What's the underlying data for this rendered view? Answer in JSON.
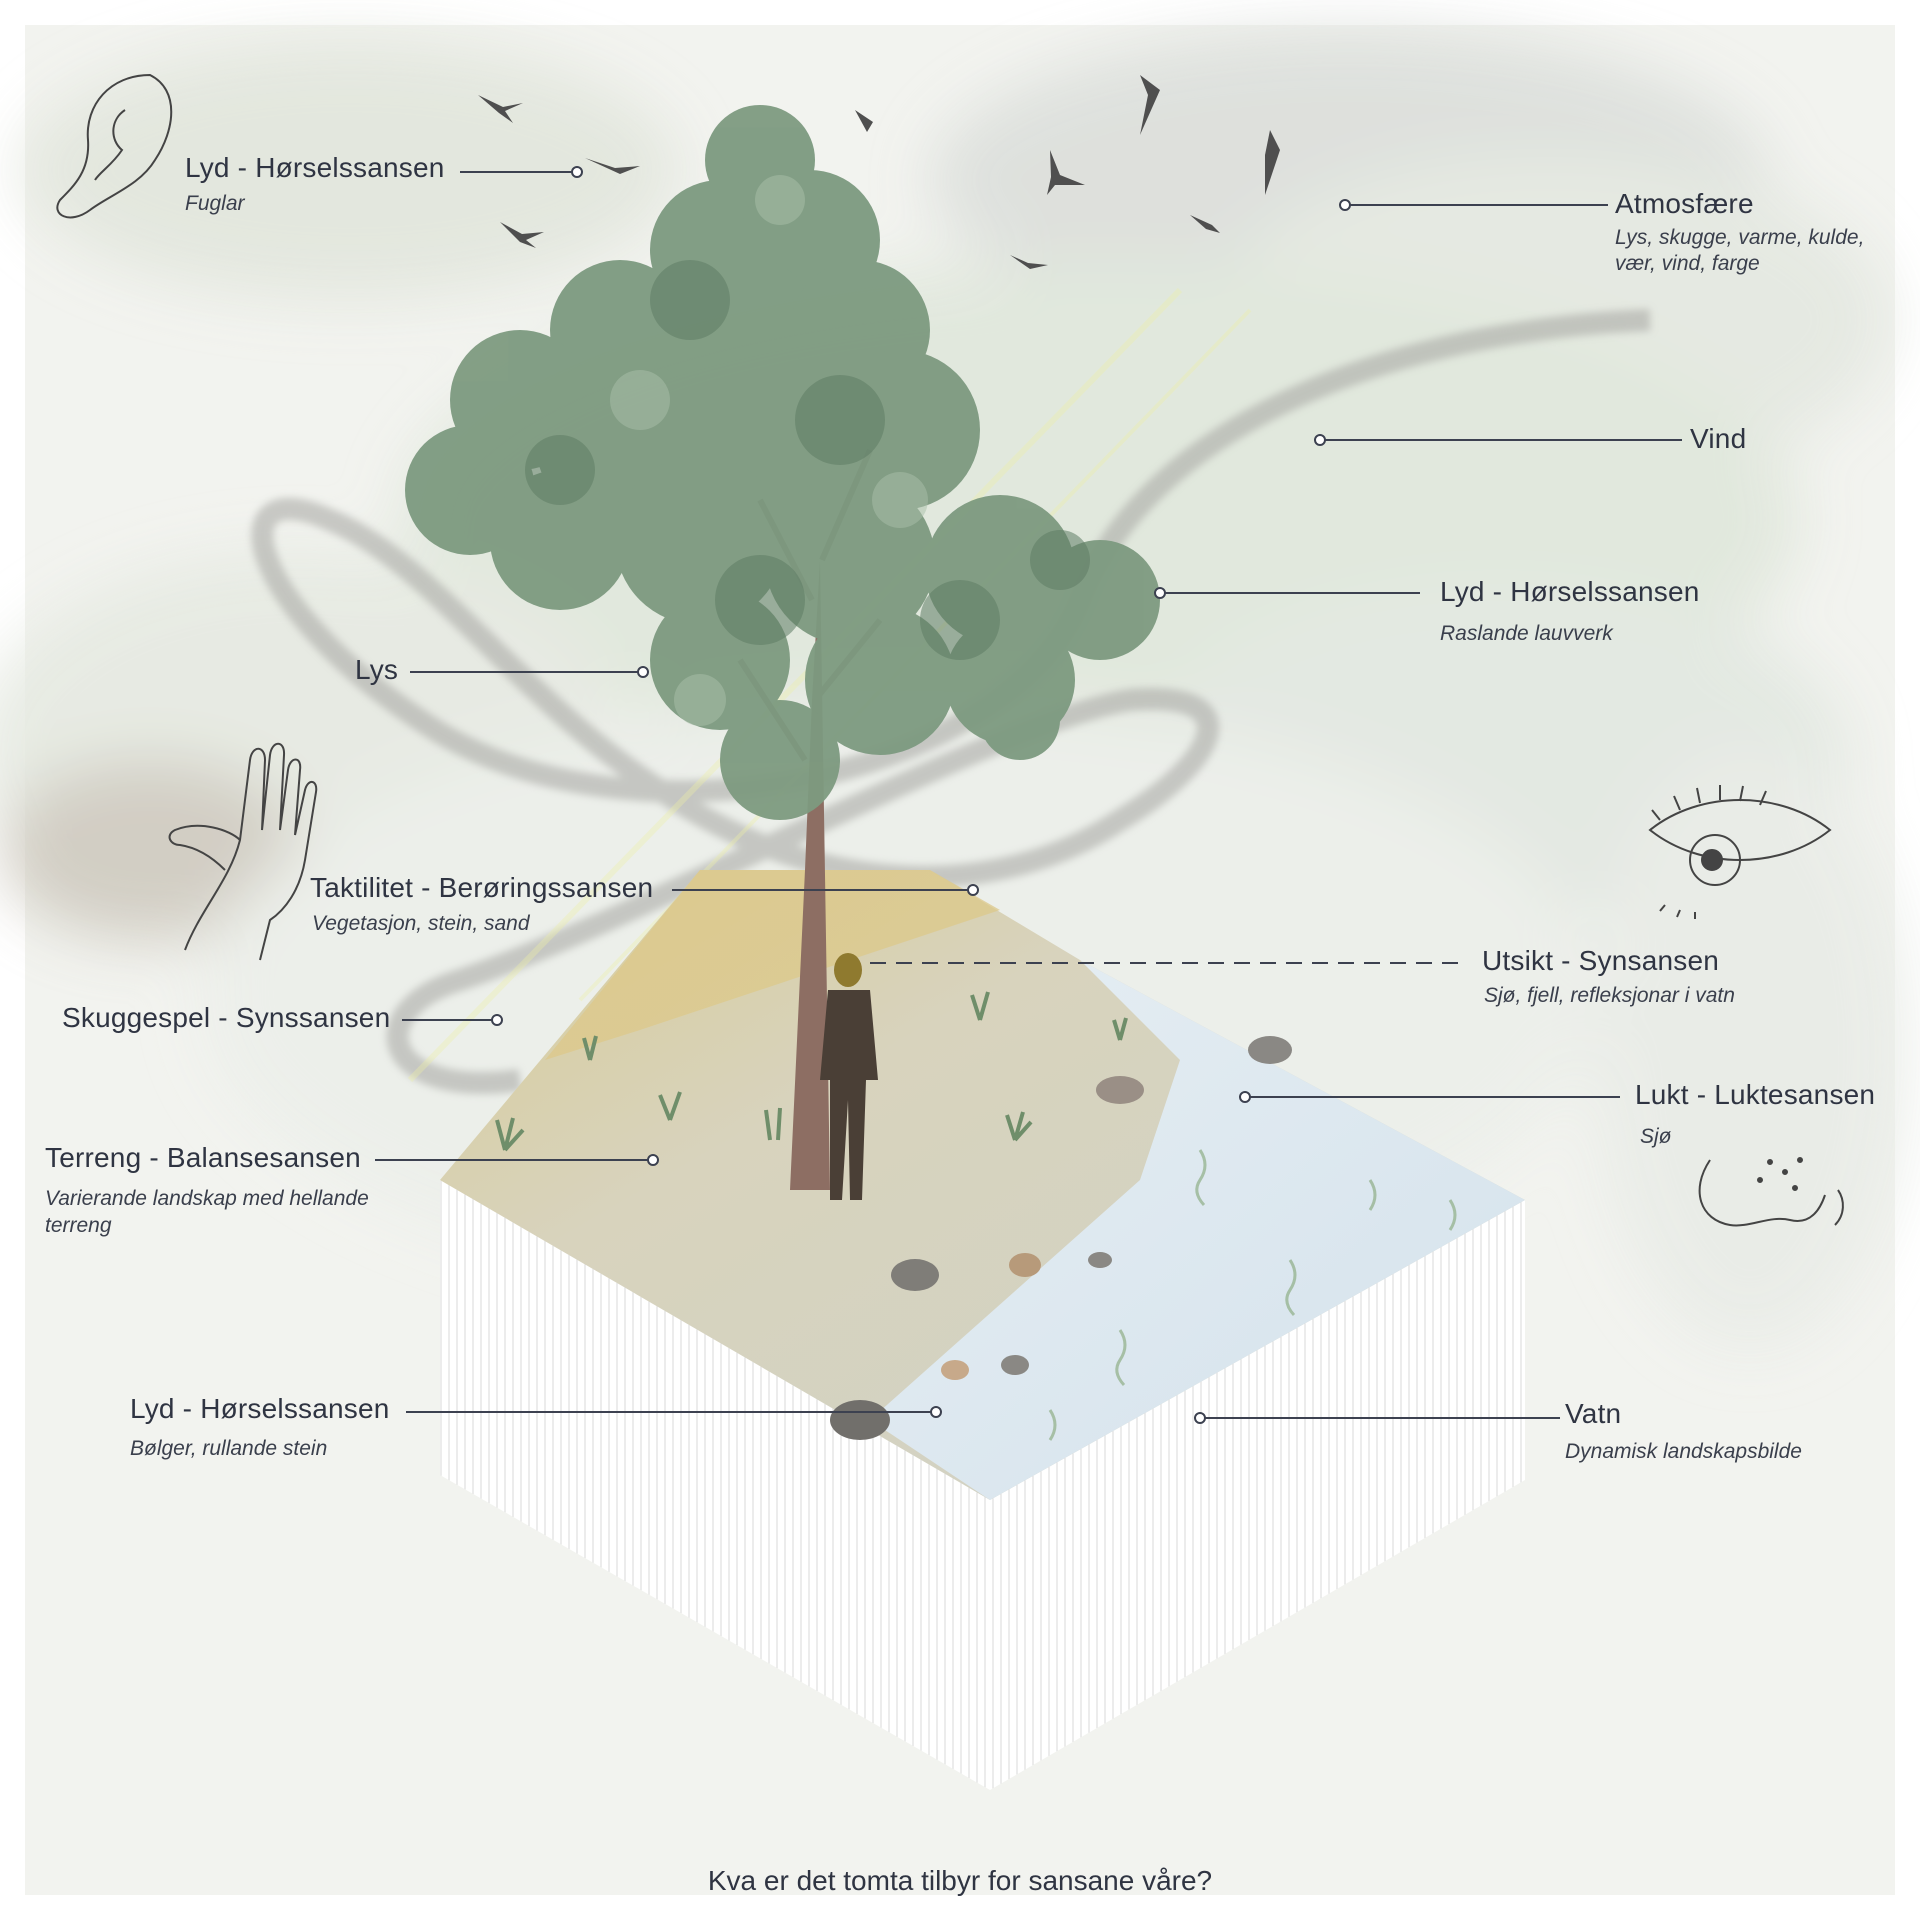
{
  "labels": {
    "birds": {
      "title": "Lyd - Hørselssansen",
      "sub": "Fuglar"
    },
    "atmosphere": {
      "title": "Atmosfære",
      "sub1": "Lys, skugge, varme, kulde,",
      "sub2": "vær, vind, farge"
    },
    "wind": {
      "title": "Vind"
    },
    "leaves": {
      "title": "Lyd - Hørselssansen",
      "sub": "Raslande lauvverk"
    },
    "light": {
      "title": "Lys"
    },
    "tactile": {
      "title": "Taktilitet - Berøringssansen",
      "sub": "Vegetasjon, stein, sand"
    },
    "view": {
      "title": "Utsikt - Synsansen",
      "sub": "Sjø, fjell, refleksjonar i vatn"
    },
    "shadow": {
      "title": "Skuggespel - Synssansen"
    },
    "smell": {
      "title": "Lukt - Luktesansen",
      "sub": "Sjø"
    },
    "terrain": {
      "title": "Terreng - Balansesansen",
      "sub1": "Varierande landskap med hellande",
      "sub2": "terreng"
    },
    "waves": {
      "title": "Lyd - Hørselssansen",
      "sub": "Bølger, rullande stein"
    },
    "water": {
      "title": "Vatn",
      "sub": "Dynamisk landskapsbilde"
    }
  },
  "caption": "Kva er det tomta tilbyr for sansane våre?",
  "colors": {
    "text": "#2f3442",
    "leader": "#3c4150",
    "sky": "#e4e9e0",
    "foliage": "#6f8f74",
    "sand": "#d8cfa8",
    "water": "#dfe8ef"
  },
  "icons": [
    "ear-icon",
    "hand-icon",
    "eye-icon",
    "nose-icon"
  ]
}
